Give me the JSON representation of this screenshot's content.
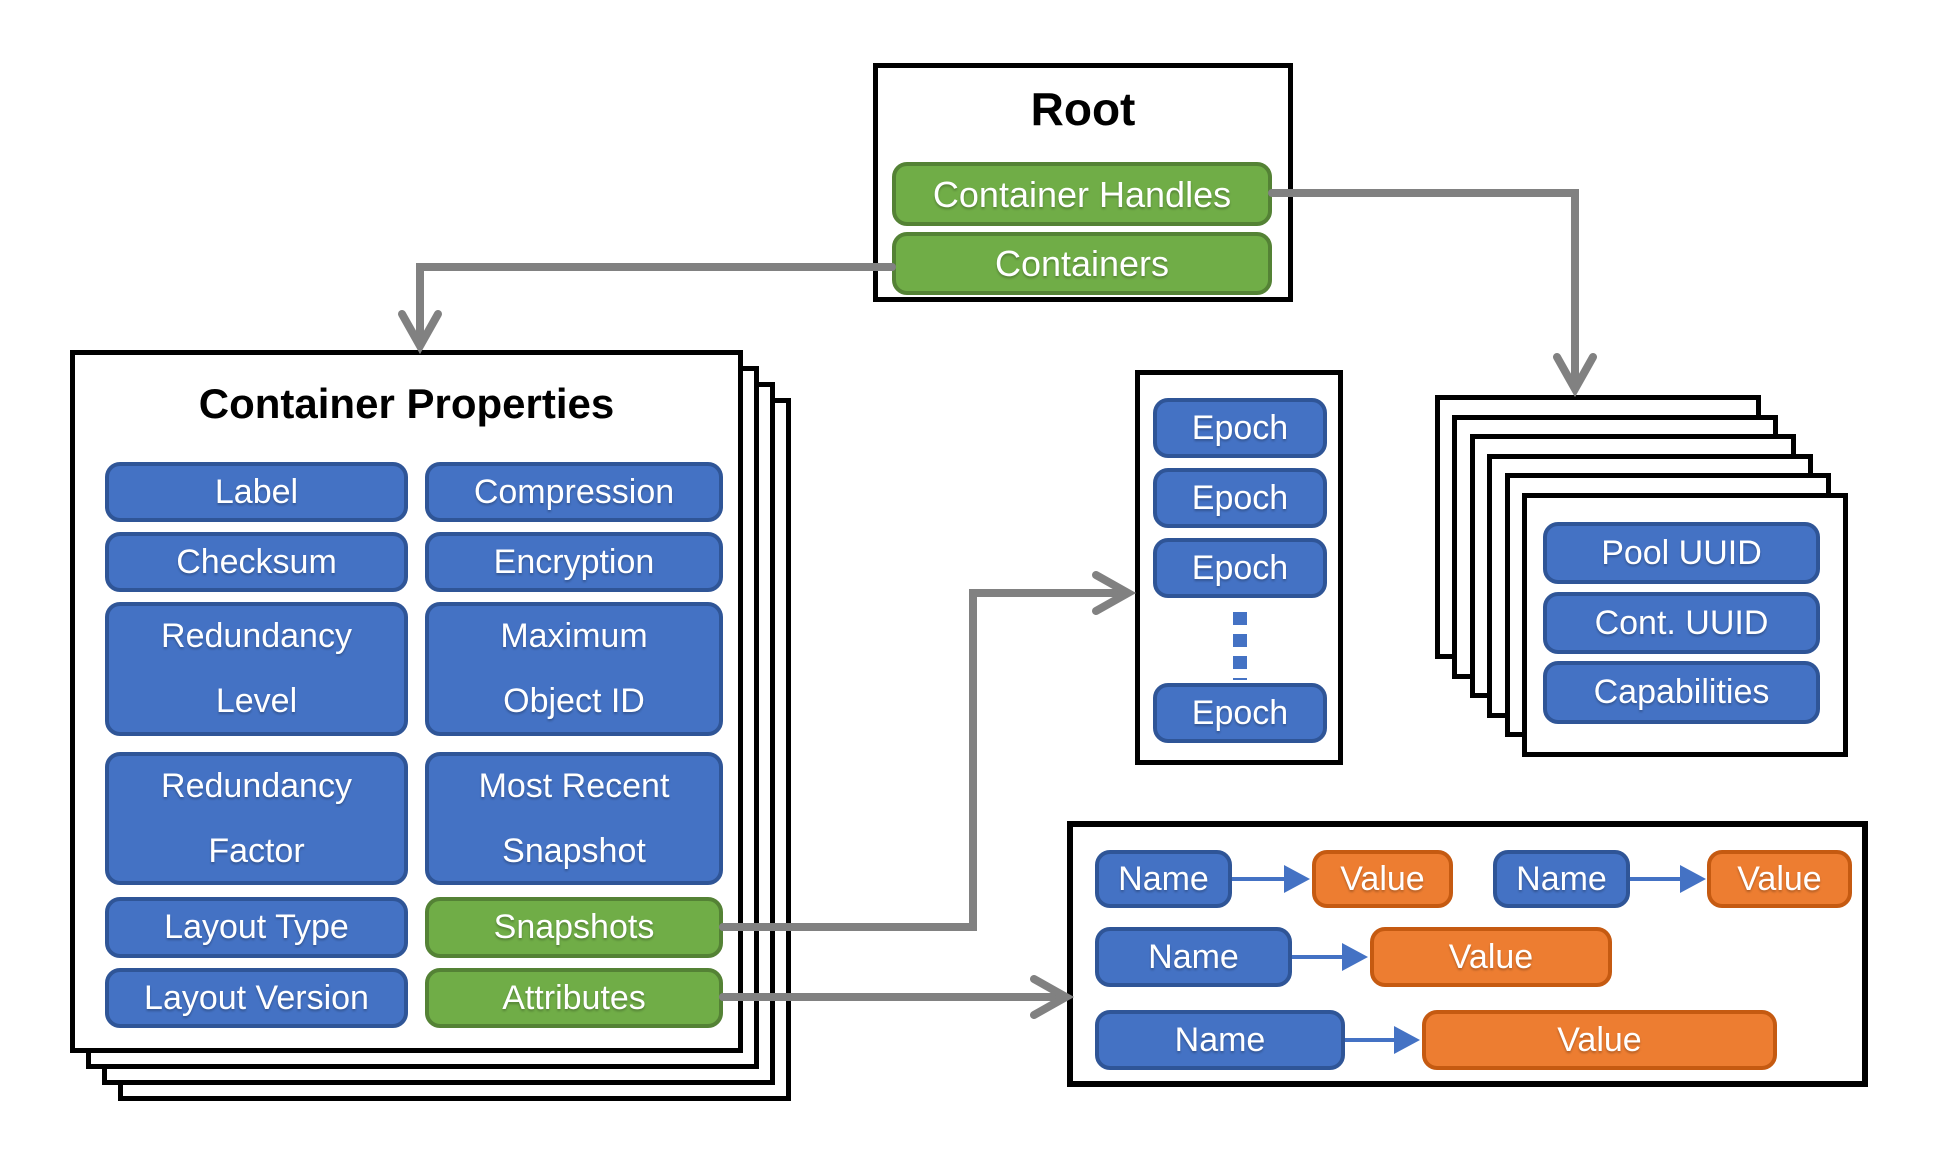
{
  "colors": {
    "button_blue": "#4472C4",
    "button_blue_border": "#2F5597",
    "button_green": "#70AD47",
    "button_green_border": "#548235",
    "button_orange": "#ED7D31",
    "button_orange_border": "#C55A11",
    "arrow_grey": "#818181",
    "arrow_blue": "#4472C4",
    "outline_black": "#000000"
  },
  "root": {
    "title": "Root",
    "handles_label": "Container Handles",
    "containers_label": "Containers"
  },
  "container_properties": {
    "title": "Container Properties",
    "buttons": [
      {
        "label": "Label"
      },
      {
        "label": "Compression"
      },
      {
        "label": "Checksum"
      },
      {
        "label": "Encryption"
      },
      {
        "label": "Redundancy\nLevel"
      },
      {
        "label": "Maximum\nObject ID"
      },
      {
        "label": "Redundancy\nFactor"
      },
      {
        "label": "Most Recent\nSnapshot"
      },
      {
        "label": "Layout Type"
      },
      {
        "label": "Snapshots"
      },
      {
        "label": "Layout Version"
      },
      {
        "label": "Attributes"
      }
    ]
  },
  "epoch_list": {
    "items": [
      "Epoch",
      "Epoch",
      "Epoch",
      "Epoch"
    ]
  },
  "container_handle_stack": {
    "buttons": [
      "Pool UUID",
      "Cont. UUID",
      "Capabilities"
    ]
  },
  "attribute_box": {
    "pairs": [
      {
        "name": "Name",
        "value": "Value"
      },
      {
        "name": "Name",
        "value": "Value"
      },
      {
        "name": "Name",
        "value": "Value"
      },
      {
        "name": "Name",
        "value": "Value"
      }
    ]
  }
}
